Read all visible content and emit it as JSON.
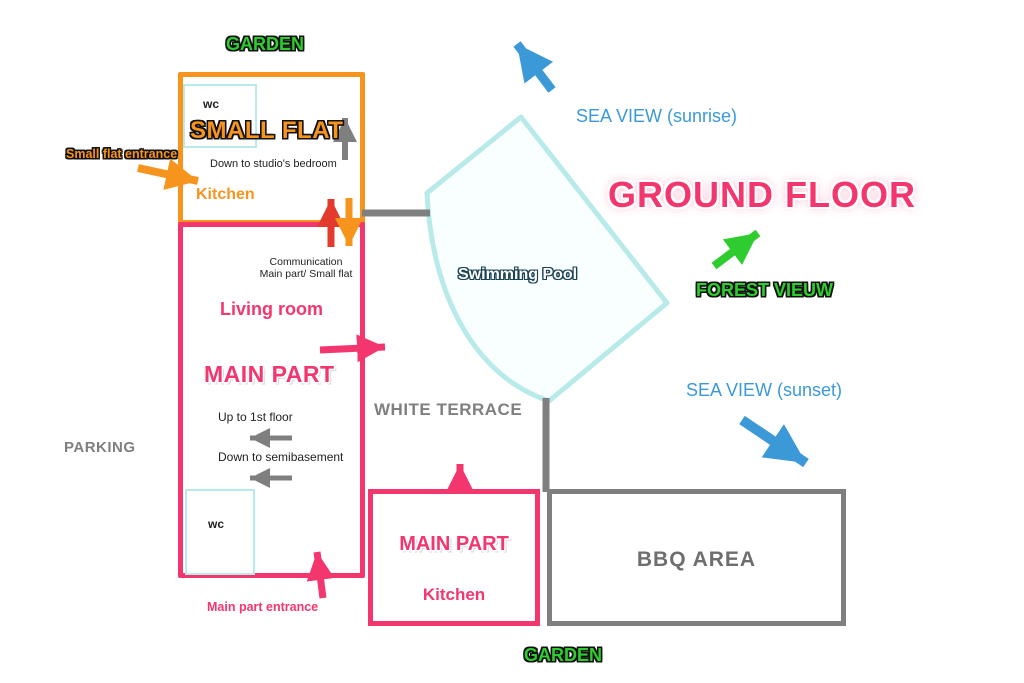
{
  "colors": {
    "pink": "#f4366f",
    "orange": "#f7941e",
    "green": "#2ecc2e",
    "blue": "#3b99d8",
    "gray": "#7f7f7f",
    "red": "#e23b2e",
    "pool": "#b9eaea",
    "dark": "#1c4354",
    "ink": "#222222"
  },
  "title": "GROUND FLOOR",
  "labels": {
    "ground_floor": "GROUND FLOOR",
    "garden_top": "GARDEN",
    "garden_bottom": "GARDEN",
    "small_flat": "SMALL FLAT",
    "small_flat_wc": "wc",
    "small_flat_kitchen": "Kitchen",
    "down_to_studio": "Down to studio's bedroom",
    "small_flat_entrance": "Small flat entrance",
    "communication_line1": "Communication",
    "communication_line2": "Main part/ Small flat",
    "living_room": "Living room",
    "main_part": "MAIN PART",
    "up_to_first": "Up to 1st floor",
    "down_to_semibasement": "Down to semibasement",
    "main_wc": "wc",
    "parking": "PARKING",
    "main_part_entrance": "Main part entrance",
    "main_part_kitchen_title": "MAIN PART",
    "main_part_kitchen": "Kitchen",
    "white_terrace": "WHITE TERRACE",
    "swimming_pool": "Swimming Pool",
    "sea_view_sunrise": "SEA VIEW (sunrise)",
    "forest_view": "FOREST VIEUW",
    "sea_view_sunset": "SEA VIEW (sunset)",
    "bbq_area": "BBQ AREA"
  }
}
